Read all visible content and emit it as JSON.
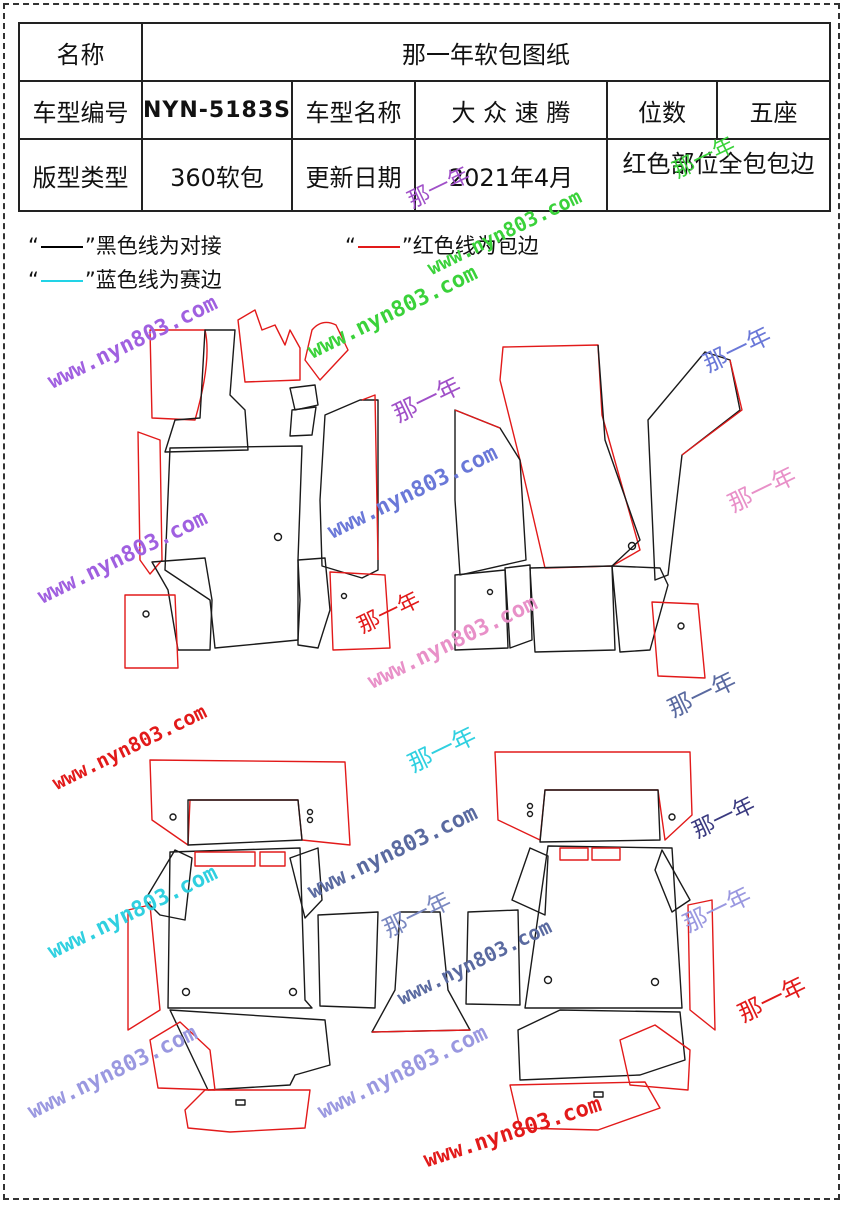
{
  "header": {
    "name_label": "名称",
    "name_value": "那一年软包图纸",
    "model_code_label": "车型编号",
    "model_code_value": "NYN-5183S",
    "model_name_label": "车型名称",
    "model_name_value": "大 众 速 腾",
    "seats_label": "位数",
    "seats_value": "五座",
    "type_label": "版型类型",
    "type_value": "360软包",
    "update_label": "更新日期",
    "update_value": "2021年4月",
    "note": "红色部位全包包边"
  },
  "legend": {
    "black": {
      "text": "黑色线为对接",
      "color": "#000000"
    },
    "red": {
      "text": "红色线为包边",
      "color": "#e21a1a"
    },
    "cyan": {
      "text": "蓝色线为赛边",
      "color": "#22d3e6"
    }
  },
  "watermarks": {
    "url": "www.nyn803.com",
    "cn": "那一年"
  },
  "colors": {
    "edge_black": "#1a1a1a",
    "edge_red": "#e21a1a"
  }
}
